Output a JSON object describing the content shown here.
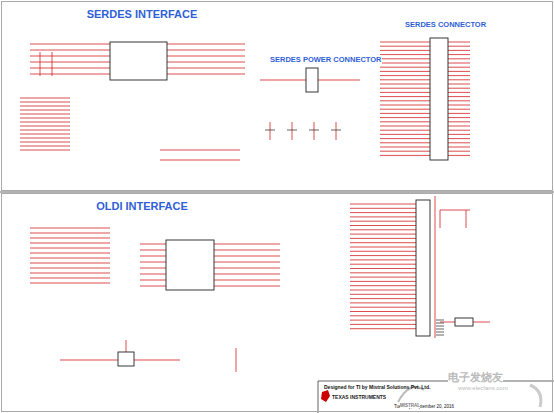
{
  "diagram": {
    "nodes": [
      {
        "text": [
          "SERDES INTERFACE"
        ]
      },
      {
        "text": [
          "OLDI INTERFACE"
        ]
      },
      {
        "text": [
          "Designed for TI by Mistral Solutions Pvt. Ltd.",
          "Tuesday, September 20, 2016"
        ],
        "in": 1
      }
    ],
    "labels": [
      "SERDES POWER CONNECTOR",
      "SERDES CONNECTOR",
      "TEXAS INSTRUMENTS",
      "MISTRAL",
      "电子发烧友",
      "www.elecfans.com"
    ]
  }
}
